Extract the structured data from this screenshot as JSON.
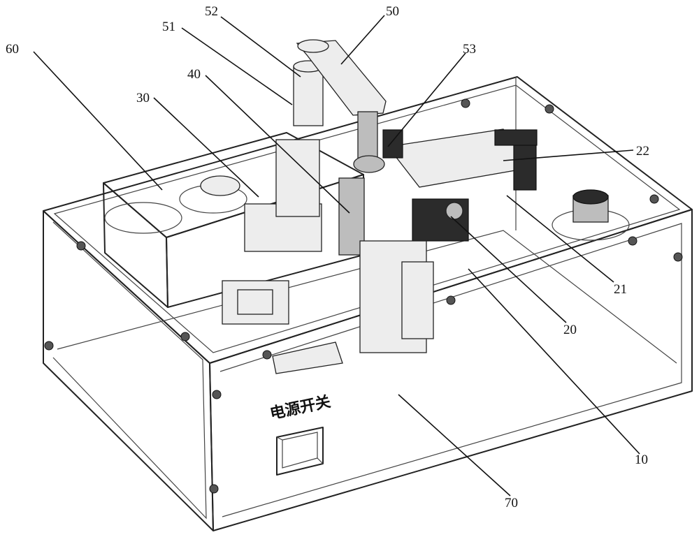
{
  "figure": {
    "panel_text": "电源开关",
    "callouts": [
      {
        "id": "c10",
        "text": "10"
      },
      {
        "id": "c20",
        "text": "20"
      },
      {
        "id": "c21",
        "text": "21"
      },
      {
        "id": "c22",
        "text": "22"
      },
      {
        "id": "c30",
        "text": "30"
      },
      {
        "id": "c40",
        "text": "40"
      },
      {
        "id": "c50",
        "text": "50"
      },
      {
        "id": "c51",
        "text": "51"
      },
      {
        "id": "c52",
        "text": "52"
      },
      {
        "id": "c53",
        "text": "53"
      },
      {
        "id": "c60",
        "text": "60"
      },
      {
        "id": "c70",
        "text": "70"
      }
    ]
  }
}
